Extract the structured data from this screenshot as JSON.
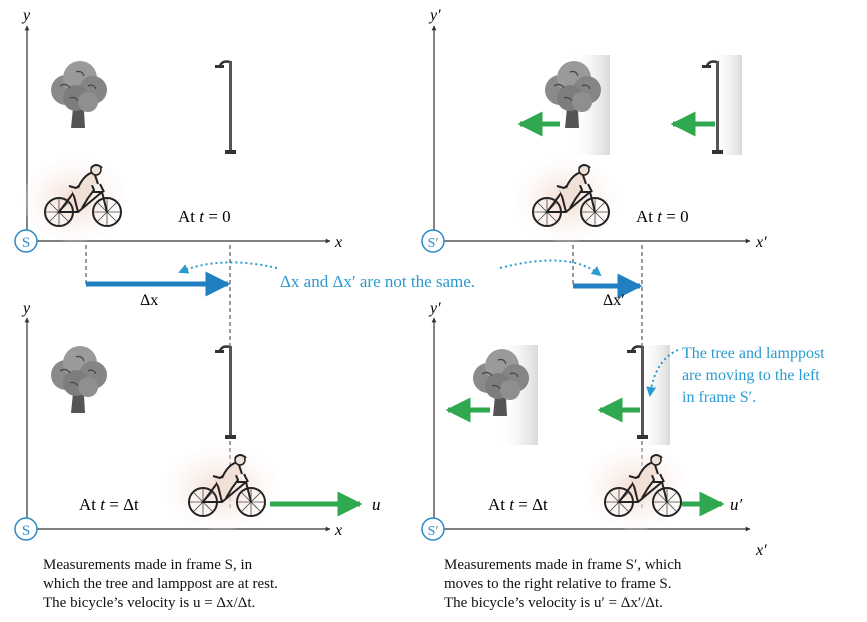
{
  "panels": {
    "s_top": {
      "axis_y": "y",
      "axis_x": "x",
      "origin": "S",
      "time_prefix": "At ",
      "time_var": "t",
      "time_rest": " = 0"
    },
    "s_bottom": {
      "axis_y": "y",
      "axis_x": "x",
      "origin": "S",
      "time_prefix": "At ",
      "time_var": "t",
      "time_rest": " = Δt",
      "velocity": "u"
    },
    "sp_top": {
      "axis_y": "y′",
      "axis_x": "x′",
      "origin": "S′",
      "time_prefix": "At ",
      "time_var": "t",
      "time_rest": " = 0"
    },
    "sp_bottom": {
      "axis_y": "y′",
      "axis_x": "x′",
      "origin": "S′",
      "time_prefix": "At ",
      "time_var": "t",
      "time_rest": " = Δt",
      "velocity": "u′"
    }
  },
  "displacements": {
    "dx": "Δx",
    "dx_prime": "Δx′"
  },
  "annotations": {
    "not_same": "Δx and Δx′ are not the same.",
    "moving_left": [
      "The tree and lamppost",
      "are moving to the left",
      "in frame S′."
    ]
  },
  "captions": {
    "left": [
      "Measurements made in frame S, in",
      "which the tree and lamppost are at rest.",
      "The bicycle’s velocity is u = Δx/Δt."
    ],
    "right": [
      "Measurements made in frame S′, which",
      "moves to the right relative to frame S.",
      "The bicycle’s velocity is u′ = Δx′/Δt."
    ]
  },
  "colors": {
    "axis": "#333333",
    "origin_circle": "#2a8ac4",
    "displacement_arrow": "#1f7fc1",
    "velocity_arrow": "#2fa84f",
    "annotation_text": "#2a9bd0",
    "tree": "#8a8a8a",
    "tree_dark": "#555555",
    "cyclist_glow": "#f1d3c6"
  },
  "icons": {
    "tree": "tree-icon",
    "lamppost": "lamppost-icon",
    "cyclist": "cyclist-icon"
  }
}
